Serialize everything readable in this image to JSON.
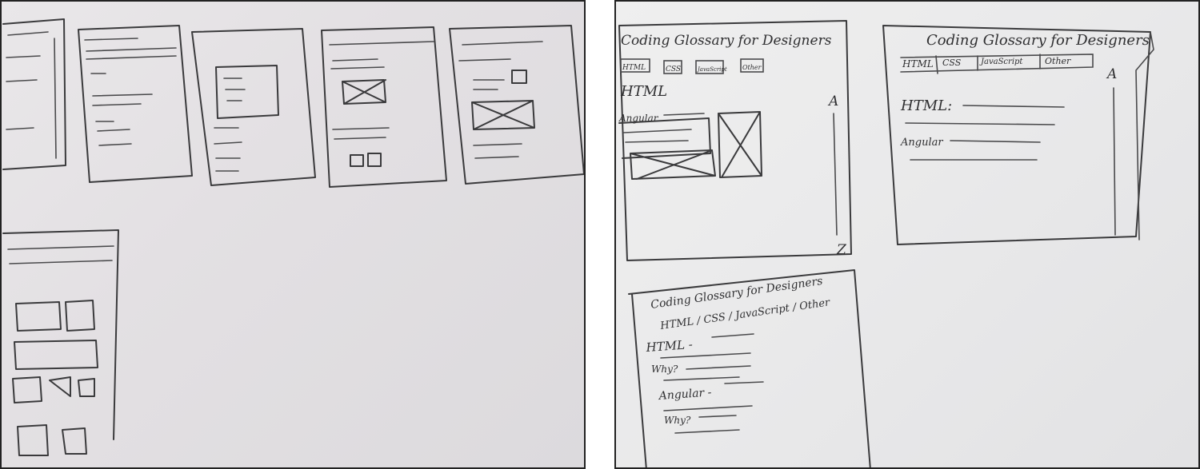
{
  "sketch_a": {
    "title": "Coding Glossary for Designers",
    "tabs": [
      "HTML",
      "CSS",
      "JavaScript",
      "Other"
    ],
    "section_heading": "HTML",
    "item_label": "Angular",
    "index_top": "A",
    "index_bottom": "Z"
  },
  "sketch_b": {
    "title": "Coding Glossary for Designers",
    "tabs": [
      "HTML",
      "CSS",
      "JavaScript",
      "Other"
    ],
    "index_top": "A",
    "term_1": "HTML:",
    "term_2": "Angular"
  },
  "sketch_c": {
    "title": "Coding Glossary for Designers",
    "nav": "HTML / CSS / JavaScript / Other",
    "term_1": "HTML -",
    "why_1": "Why?",
    "term_2": "Angular -",
    "why_2": "Why?"
  }
}
